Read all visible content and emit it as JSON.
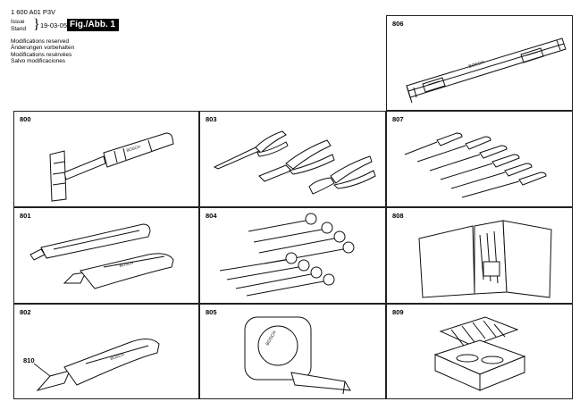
{
  "header": {
    "doc_code": "1 600 A01 P3V",
    "issue_label": "Issue",
    "stand_label": "Stand",
    "date": "19-03-05",
    "figure": "Fig./Abb. 1",
    "modifications": [
      "Modifications reserved",
      "Änderungen vorbehalten",
      "Modifications resérvées",
      "Salvo modificaciones"
    ]
  },
  "panels": [
    {
      "number": "806",
      "item": "spirit-level"
    },
    {
      "number": "800",
      "item": "hammer"
    },
    {
      "number": "803",
      "item": "pliers-set"
    },
    {
      "number": "807",
      "item": "screwdriver-set"
    },
    {
      "number": "801",
      "item": "utility-knives"
    },
    {
      "number": "804",
      "item": "wrench-set"
    },
    {
      "number": "808",
      "item": "tool-wallet"
    },
    {
      "number": "802",
      "item": "folding-knife"
    },
    {
      "number": "805",
      "item": "measuring-tape"
    },
    {
      "number": "809",
      "item": "tool-case"
    }
  ],
  "callouts": {
    "blade_part": "810"
  }
}
